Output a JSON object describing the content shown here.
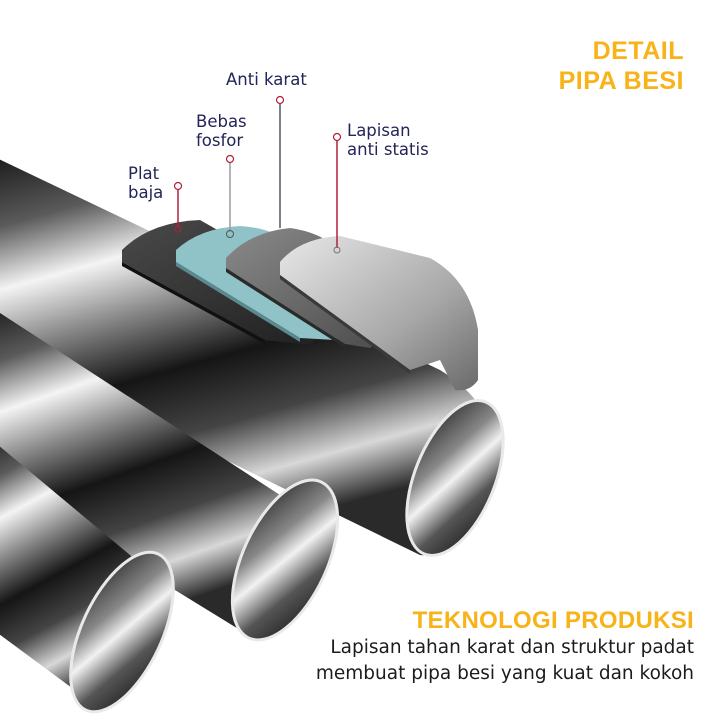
{
  "header": {
    "title_line1": "DETAIL",
    "title_line2": "PIPA BESI"
  },
  "callouts": [
    {
      "line1": "Plat",
      "line2": "baja"
    },
    {
      "line1": "Bebas",
      "line2": "fosfor"
    },
    {
      "line1": "Anti karat",
      "line2": ""
    },
    {
      "line1": "Lapisan",
      "line2": "anti statis"
    }
  ],
  "footer": {
    "heading": "TEKNOLOGI PRODUKSI",
    "line1": "Lapisan tahan karat dan struktur padat",
    "line2": "membuat pipa besi yang kuat dan kokoh"
  },
  "colors": {
    "accent": "#f7b318",
    "label_text": "#232458",
    "body_text": "#1c1c1c",
    "leader_line": "#b0203a",
    "layer_steel": "#3a3a3a",
    "layer_phosphate": "#8fc3c8",
    "layer_antirust": "#6e6e6e",
    "layer_antistatic": "#b9b9b9"
  }
}
